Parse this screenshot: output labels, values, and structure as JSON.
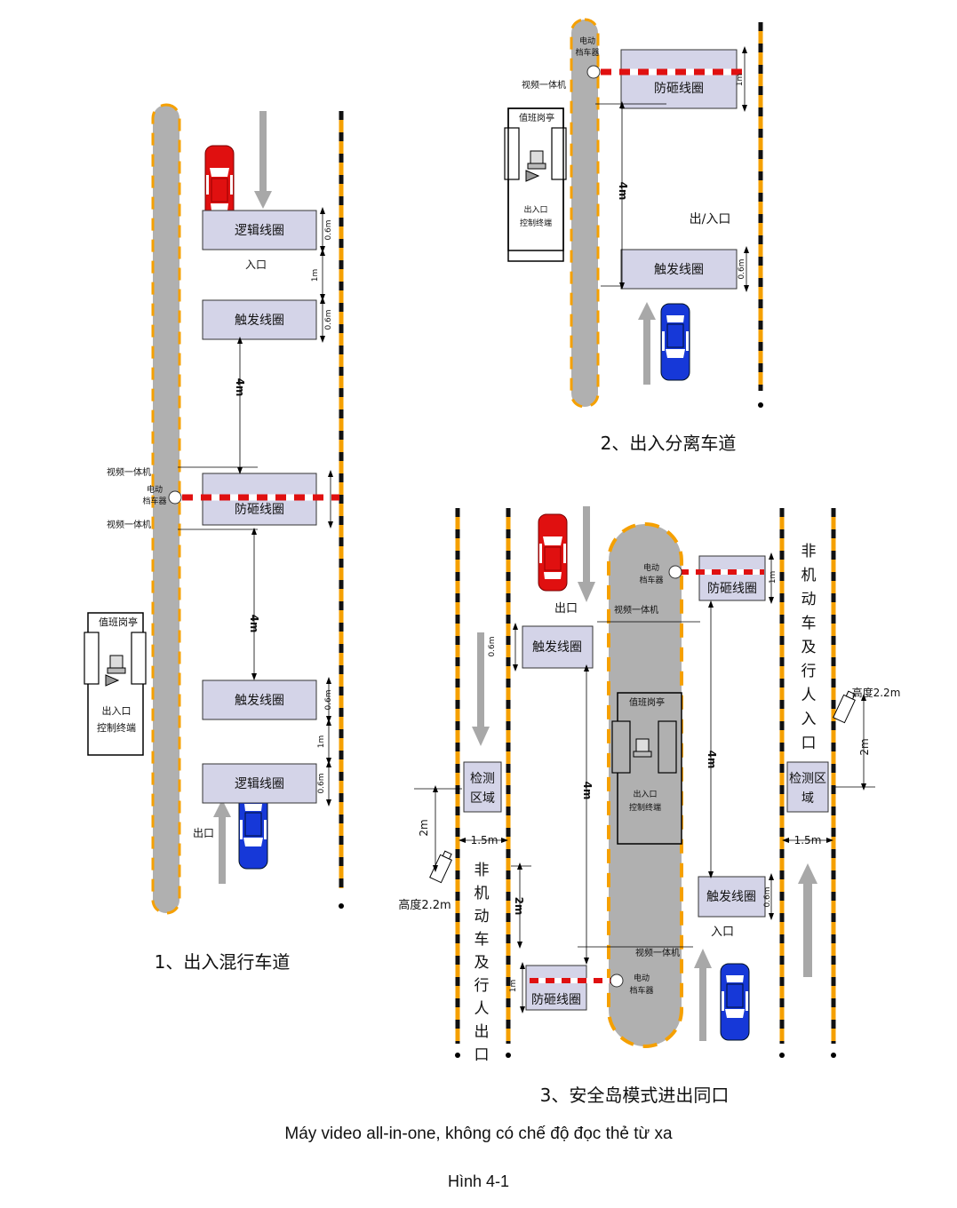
{
  "figures": [
    {
      "title": "1、出入混行车道",
      "labels": {
        "logic_coil": "逻辑线圈",
        "trigger_coil": "触发线圈",
        "anti_smash_coil": "防砸线圈",
        "entrance": "入口",
        "exit": "出口",
        "video_camera": "视频一体机",
        "barrier_line1": "电动",
        "barrier_line2": "档车器",
        "booth": "值班岗亭",
        "terminal_line1": "出入口",
        "terminal_line2": "控制终端",
        "dim_06": "0.6m",
        "dim_1": "1m",
        "dim_4": "4m"
      }
    },
    {
      "title": "2、出入分离车道",
      "labels": {
        "barrier_line1": "电动",
        "barrier_line2": "档车器",
        "video_camera": "视频一体机",
        "anti_smash_coil": "防砸线圈",
        "booth": "值班岗亭",
        "terminal_line1": "出入口",
        "terminal_line2": "控制终端",
        "in_out": "出/入口",
        "trigger_coil": "触发线圈",
        "dim_1": "1m",
        "dim_06": "0.6m",
        "dim_4": "4m"
      }
    },
    {
      "title": "3、安全岛模式进出同口",
      "labels": {
        "exit": "出口",
        "entrance": "入口",
        "video_camera": "视频一体机",
        "barrier_line1": "电动",
        "barrier_line2": "档车器",
        "anti_smash_coil": "防砸线圈",
        "trigger_coil": "触发线圈",
        "booth": "值班岗亭",
        "terminal_line1": "出入口",
        "terminal_line2": "控制终端",
        "detect_zone_1": "检测",
        "detect_zone_2": "区域",
        "detect_zone_r1": "检测区",
        "detect_zone_r2": "域",
        "nonmotor_exit": [
          "非",
          "机",
          "动",
          "车",
          "及",
          "行",
          "人",
          "出",
          "口"
        ],
        "nonmotor_entry": [
          "非",
          "机",
          "动",
          "车",
          "及",
          "行",
          "人",
          "入",
          "口"
        ],
        "height": "高度2.2m",
        "dim_2": "2m",
        "dim_15": "1.5m",
        "dim_4": "4m",
        "dim_1": "1m",
        "dim_06": "0.6m"
      }
    }
  ],
  "caption": "Máy video all-in-one, không có chế độ đọc thẻ từ xa",
  "figure_label": "Hình 4-1"
}
